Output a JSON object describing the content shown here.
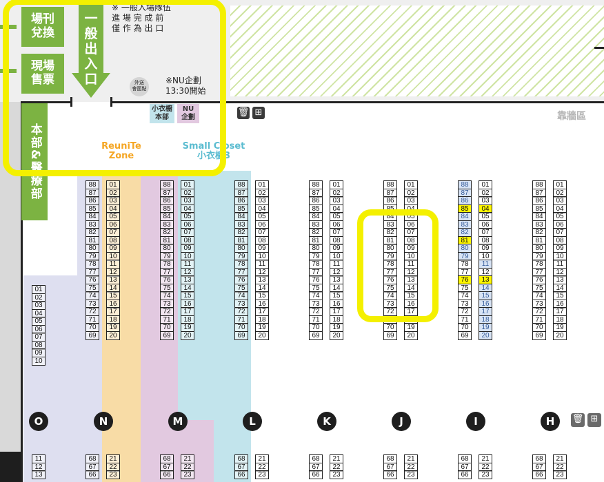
{
  "top_boxes": {
    "booth_exchange": "場刊\n兌換",
    "onsite_ticket": "現場\n售票",
    "exit": "一般出入口",
    "first_aid": "本部&醫療部"
  },
  "notes": {
    "queue_note": "※ 一般入場隊伍\n進 場 完 成 前\n僅 作 為 出 口",
    "nu_note": "※NU企劃\n13:30開始",
    "delivery_tag": "外送\n會面點",
    "wall_area": "靠牆區"
  },
  "tags": {
    "closet_main": "小衣櫥\n本部",
    "nu_plan": "NU\n企劃"
  },
  "zones": {
    "reunite": "ReuniTe\nZone",
    "small_closet": "Small Closet\n小衣櫥3"
  },
  "row_letters": [
    "O",
    "N",
    "M",
    "L",
    "K",
    "J",
    "I",
    "H"
  ],
  "colors": {
    "green": "#7cb342",
    "lavender": "#dedff0",
    "peach": "#f8dca6",
    "mauve": "#e2c9e0",
    "light_blue": "#c2e4ec",
    "annotation": "#f4f000"
  },
  "booths": {
    "col_a_upper": [
      "88",
      "87",
      "86",
      "85",
      "84",
      "83",
      "82",
      "81",
      "80",
      "79",
      "78",
      "77",
      "76",
      "75",
      "74",
      "73",
      "72",
      "71",
      "70",
      "69"
    ],
    "col_b_upper": [
      "01",
      "02",
      "03",
      "04",
      "05",
      "06",
      "07",
      "08",
      "09",
      "10",
      "11",
      "12",
      "13",
      "14",
      "15",
      "16",
      "17",
      "18",
      "19",
      "20"
    ],
    "o_column": [
      "01",
      "02",
      "03",
      "04",
      "05",
      "06",
      "07",
      "08",
      "09",
      "10"
    ],
    "o_lower": [
      "11",
      "12",
      "13"
    ],
    "col_a_lower": [
      "68",
      "67",
      "66"
    ],
    "col_b_lower": [
      "21",
      "22",
      "23"
    ]
  }
}
